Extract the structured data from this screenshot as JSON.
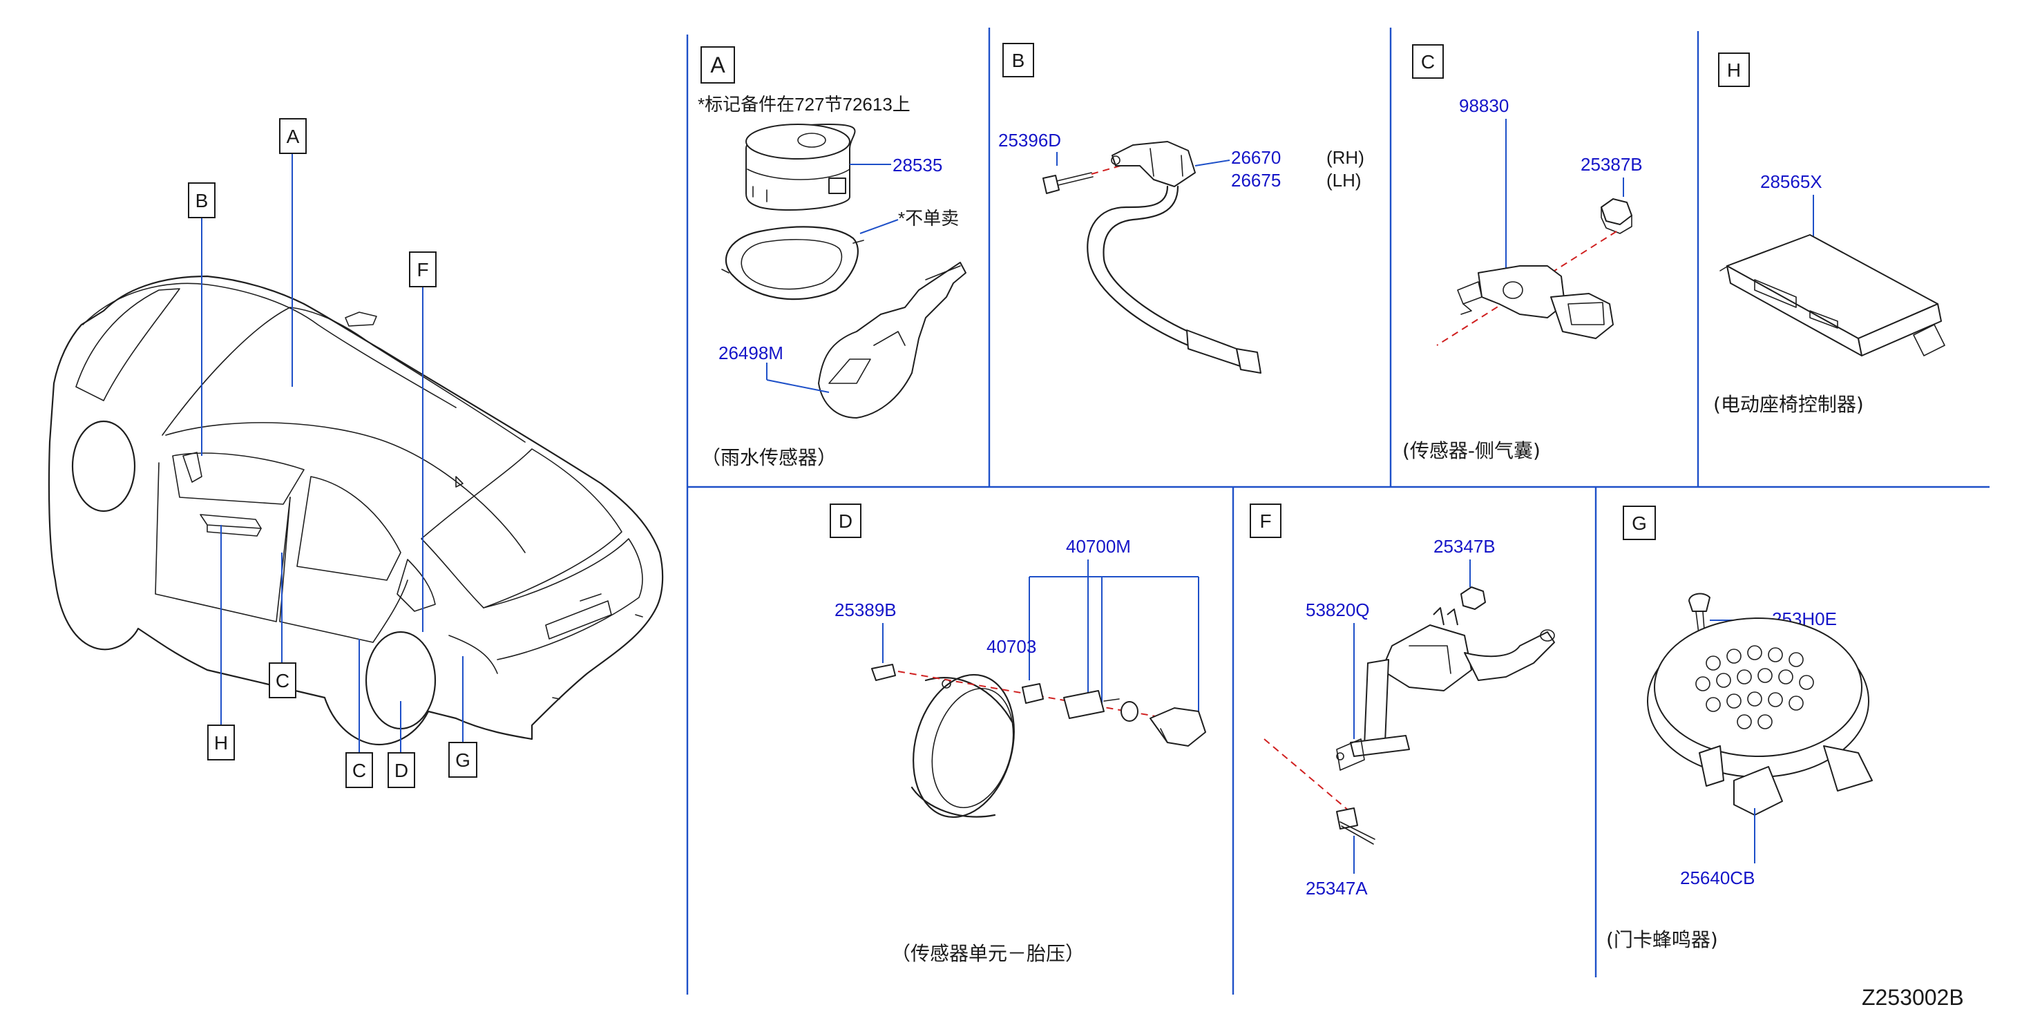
{
  "diagram_id": "Z253002B",
  "car_labels": [
    "A",
    "B",
    "C",
    "C",
    "D",
    "F",
    "G",
    "H"
  ],
  "sections": {
    "A": {
      "letter": "A",
      "note": "*标记备件在727节72613上",
      "parts": [
        "28535",
        "26498M"
      ],
      "not_sold": "*不单卖",
      "caption": "（雨水传感器）"
    },
    "B": {
      "letter": "B",
      "parts": [
        "25396D",
        "26670",
        "26675"
      ],
      "side_rh": "(RH)",
      "side_lh": "(LH)"
    },
    "C": {
      "letter": "C",
      "parts": [
        "98830",
        "25387B"
      ],
      "caption": "(传感器-侧气囊)"
    },
    "H": {
      "letter": "H",
      "parts": [
        "28565X"
      ],
      "caption": "(电动座椅控制器)"
    },
    "D": {
      "letter": "D",
      "parts": [
        "40700M",
        "25389B",
        "40703"
      ],
      "caption": "（传感器单元－胎压）"
    },
    "F": {
      "letter": "F",
      "parts": [
        "25347B",
        "53820Q",
        "25347A"
      ]
    },
    "G": {
      "letter": "G",
      "parts": [
        "253H0E",
        "25640CB"
      ],
      "caption": "(门卡蜂鸣器)"
    }
  }
}
